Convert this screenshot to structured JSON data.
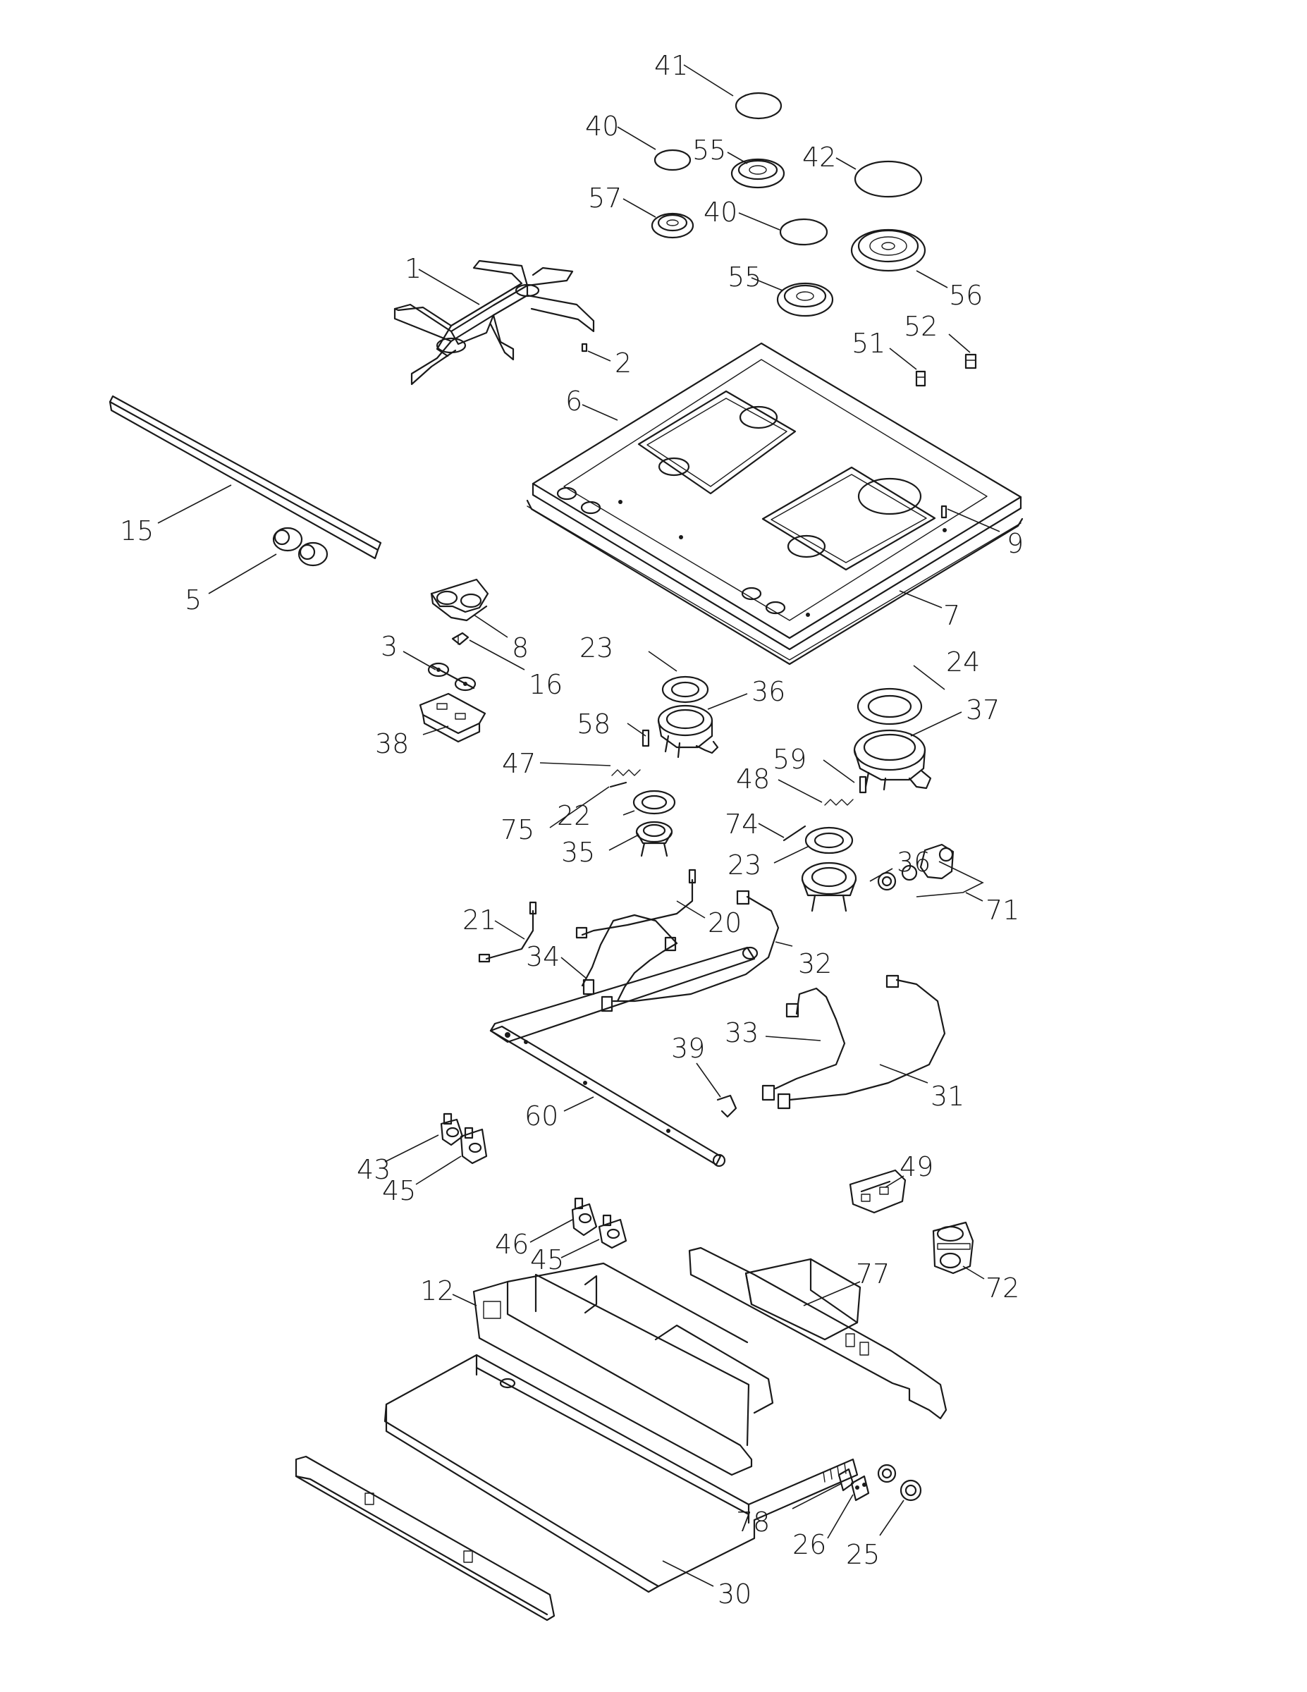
{
  "labels": [
    {
      "id": "l41",
      "text": "41"
    },
    {
      "id": "l40a",
      "text": "40"
    },
    {
      "id": "l55a",
      "text": "55"
    },
    {
      "id": "l42",
      "text": "42"
    },
    {
      "id": "l57",
      "text": "57"
    },
    {
      "id": "l40b",
      "text": "40"
    },
    {
      "id": "l1",
      "text": "1"
    },
    {
      "id": "l55b",
      "text": "55"
    },
    {
      "id": "l56",
      "text": "56"
    },
    {
      "id": "l52",
      "text": "52"
    },
    {
      "id": "l51",
      "text": "51"
    },
    {
      "id": "l2",
      "text": "2"
    },
    {
      "id": "l6",
      "text": "6"
    },
    {
      "id": "l15",
      "text": "15"
    },
    {
      "id": "l9",
      "text": "9"
    },
    {
      "id": "l5",
      "text": "5"
    },
    {
      "id": "l7",
      "text": "7"
    },
    {
      "id": "l8",
      "text": "8"
    },
    {
      "id": "l3",
      "text": "3"
    },
    {
      "id": "l16",
      "text": "16"
    },
    {
      "id": "l23a",
      "text": "23"
    },
    {
      "id": "l24",
      "text": "24"
    },
    {
      "id": "l36a",
      "text": "36"
    },
    {
      "id": "l37",
      "text": "37"
    },
    {
      "id": "l38",
      "text": "38"
    },
    {
      "id": "l58",
      "text": "58"
    },
    {
      "id": "l47",
      "text": "47"
    },
    {
      "id": "l59",
      "text": "59"
    },
    {
      "id": "l48",
      "text": "48"
    },
    {
      "id": "l75",
      "text": "75"
    },
    {
      "id": "l22",
      "text": "22"
    },
    {
      "id": "l74",
      "text": "74"
    },
    {
      "id": "l35",
      "text": "35"
    },
    {
      "id": "l23b",
      "text": "23"
    },
    {
      "id": "l36b",
      "text": "36"
    },
    {
      "id": "l71",
      "text": "71"
    },
    {
      "id": "l21",
      "text": "21"
    },
    {
      "id": "l20",
      "text": "20"
    },
    {
      "id": "l34",
      "text": "34"
    },
    {
      "id": "l32",
      "text": "32"
    },
    {
      "id": "l33",
      "text": "33"
    },
    {
      "id": "l39",
      "text": "39"
    },
    {
      "id": "l31",
      "text": "31"
    },
    {
      "id": "l60",
      "text": "60"
    },
    {
      "id": "l43",
      "text": "43"
    },
    {
      "id": "l45a",
      "text": "45"
    },
    {
      "id": "l49",
      "text": "49"
    },
    {
      "id": "l46",
      "text": "46"
    },
    {
      "id": "l45b",
      "text": "45"
    },
    {
      "id": "l72",
      "text": "72"
    },
    {
      "id": "l77",
      "text": "77"
    },
    {
      "id": "l12",
      "text": "12"
    },
    {
      "id": "l78",
      "text": "78"
    },
    {
      "id": "l26",
      "text": "26"
    },
    {
      "id": "l25",
      "text": "25"
    },
    {
      "id": "l30",
      "text": "30"
    }
  ]
}
